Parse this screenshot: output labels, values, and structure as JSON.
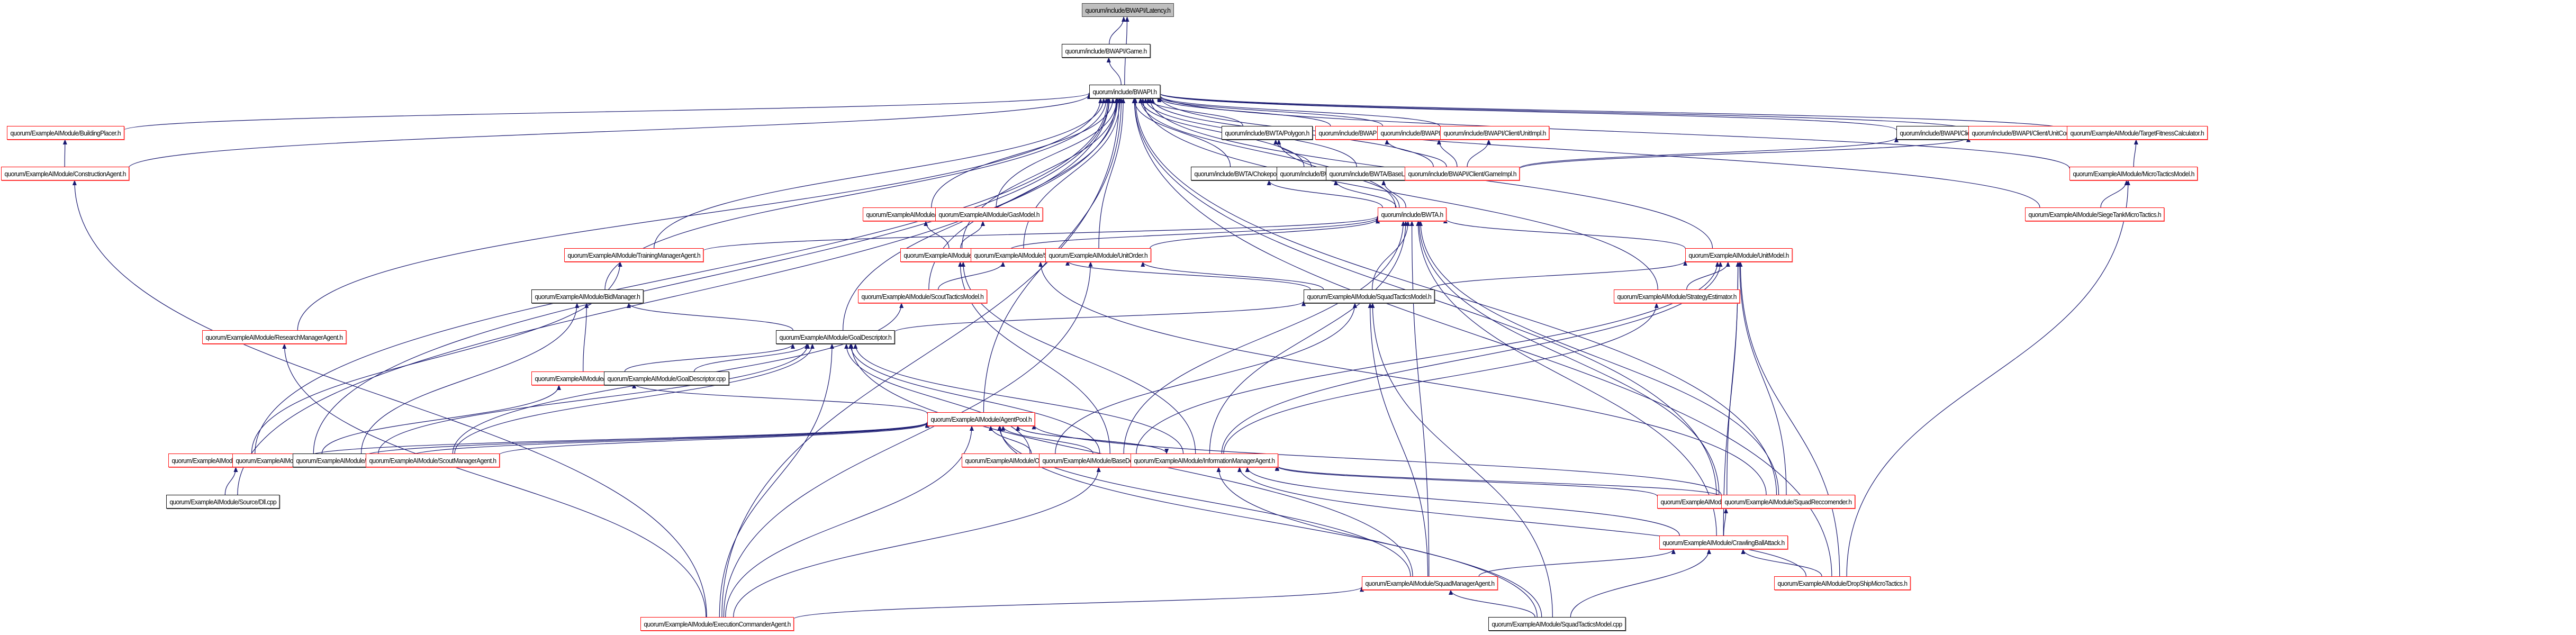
{
  "diagram": {
    "title": "quorum/include/BWAPI/Latency.h",
    "edge_color": "#191970",
    "colors": {
      "has_more": "#ff0000",
      "complete": "#000000",
      "root_fill": "#bfbfbf"
    },
    "nodes": {
      "latency": {
        "label": "quorum/include/BWAPI/Latency.h",
        "style": "root"
      },
      "game": {
        "label": "quorum/include/BWAPI/Game.h",
        "style": "black"
      },
      "bwapi": {
        "label": "quorum/include/BWAPI.h",
        "style": "black"
      },
      "buildingplacer": {
        "label": "quorum/ExampleAIModule/BuildingPlacer.h",
        "style": "red"
      },
      "construction": {
        "label": "quorum/ExampleAIModule/ConstructionAgent.h",
        "style": "red"
      },
      "polygon": {
        "label": "quorum/include/BWTA/Polygon.h",
        "style": "black"
      },
      "forceimpl": {
        "label": "quorum/include/BWAPI/Client/ForceImpl.h",
        "style": "red"
      },
      "playerimpl": {
        "label": "quorum/include/BWAPI/Client/PlayerImpl.h",
        "style": "red"
      },
      "unitimpl": {
        "label": "quorum/include/BWAPI/Client/UnitImpl.h",
        "style": "red"
      },
      "bulletimpl": {
        "label": "quorum/include/BWAPI/Client/BulletImpl.h",
        "style": "black"
      },
      "unitcommand": {
        "label": "quorum/include/BWAPI/Client/UnitCommand.h",
        "style": "red"
      },
      "targetfitness": {
        "label": "quorum/ExampleAIModule/TargetFitnessCalculator.h",
        "style": "red"
      },
      "chokepoint": {
        "label": "quorum/include/BWTA/Chokepoint.h",
        "style": "black"
      },
      "region": {
        "label": "quorum/include/BWTA/Region.h",
        "style": "black"
      },
      "baselocation": {
        "label": "quorum/include/BWTA/BaseLocation.h",
        "style": "black"
      },
      "gameimpl": {
        "label": "quorum/include/BWAPI/Client/GameImpl.h",
        "style": "red"
      },
      "microtactics": {
        "label": "quorum/ExampleAIModule/MicroTacticsModel.h",
        "style": "red"
      },
      "mineralmodel": {
        "label": "quorum/ExampleAIModule/MineralModel.h",
        "style": "red"
      },
      "gasmodel": {
        "label": "quorum/ExampleAIModule/GasModel.h",
        "style": "red"
      },
      "bwta": {
        "label": "quorum/include/BWTA.h",
        "style": "red"
      },
      "siegetank": {
        "label": "quorum/ExampleAIModule/SiegeTankMicroTactics.h",
        "style": "red"
      },
      "training": {
        "label": "quorum/ExampleAIModule/TrainingManagerAgent.h",
        "style": "red"
      },
      "basemodel": {
        "label": "quorum/ExampleAIModule/BaseModel.h",
        "style": "red"
      },
      "squad": {
        "label": "quorum/ExampleAIModule/Squad.h",
        "style": "red"
      },
      "unitorder": {
        "label": "quorum/ExampleAIModule/UnitOrder.h",
        "style": "red"
      },
      "unitmodel": {
        "label": "quorum/ExampleAIModule/UnitModel.h",
        "style": "red"
      },
      "bidmanager": {
        "label": "quorum/ExampleAIModule/BidManager.h",
        "style": "black"
      },
      "scouttactics": {
        "label": "quorum/ExampleAIModule/ScoutTacticsModel.h",
        "style": "red"
      },
      "squadtactics": {
        "label": "quorum/ExampleAIModule/SquadTacticsModel.h",
        "style": "black"
      },
      "strategy": {
        "label": "quorum/ExampleAIModule/StrategyEstimator.h",
        "style": "red"
      },
      "research": {
        "label": "quorum/ExampleAIModule/ResearchManagerAgent.h",
        "style": "red"
      },
      "goaldesc": {
        "label": "quorum/ExampleAIModule/GoalDescriptor.h",
        "style": "black"
      },
      "arbitrator": {
        "label": "quorum/ExampleAIModule/Arbitrator.h",
        "style": "red"
      },
      "goaldesccpp": {
        "label": "quorum/ExampleAIModule/GoalDescriptor.cpp",
        "style": "black"
      },
      "agentpool": {
        "label": "quorum/ExampleAIModule/AgentPool.h",
        "style": "red"
      },
      "quorummodule": {
        "label": "quorum/ExampleAIModule/Source/QuorumModule.h",
        "style": "red"
      },
      "goalgen": {
        "label": "quorum/ExampleAIModule/GoalGeneratorBase.h",
        "style": "red"
      },
      "bidmanagercpp": {
        "label": "quorum/ExampleAIModule/BidManager.cpp",
        "style": "black"
      },
      "scoutmanager": {
        "label": "quorum/ExampleAIModule/ScoutManagerAgent.h",
        "style": "red"
      },
      "offensive": {
        "label": "quorum/ExampleAIModule/OffensiveTacticsManagerAgent.h",
        "style": "red"
      },
      "basedefense": {
        "label": "quorum/ExampleAIModule/BaseDefenseManagerAgent.h",
        "style": "red"
      },
      "information": {
        "label": "quorum/ExampleAIModule/InformationManagerAgent.h",
        "style": "red"
      },
      "dllcpp": {
        "label": "quorum/ExampleAIModule/Source/Dll.cpp",
        "style": "black"
      },
      "threataware": {
        "label": "quorum/ExampleAIModule/ThreatAwarePathfinder.h",
        "style": "red"
      },
      "squadrec": {
        "label": "quorum/ExampleAIModule/SquadReccomender.h",
        "style": "red"
      },
      "crawling": {
        "label": "quorum/ExampleAIModule/CrawlingBallAttack.h",
        "style": "red"
      },
      "squadmanager": {
        "label": "quorum/ExampleAIModule/SquadManagerAgent.h",
        "style": "red"
      },
      "dropship": {
        "label": "quorum/ExampleAIModule/DropShipMicroTactics.h",
        "style": "red"
      },
      "execution": {
        "label": "quorum/ExampleAIModule/ExecutionCommanderAgent.h",
        "style": "red"
      },
      "squadtacticscpp": {
        "label": "quorum/ExampleAIModule/SquadTacticsModel.cpp",
        "style": "black"
      }
    },
    "edges": [
      [
        "game",
        "latency"
      ],
      [
        "bwapi",
        "latency"
      ],
      [
        "bwapi",
        "game"
      ],
      [
        "buildingplacer",
        "bwapi"
      ],
      [
        "construction",
        "bwapi"
      ],
      [
        "construction",
        "buildingplacer"
      ],
      [
        "polygon",
        "bwapi"
      ],
      [
        "forceimpl",
        "bwapi"
      ],
      [
        "playerimpl",
        "bwapi"
      ],
      [
        "unitimpl",
        "bwapi"
      ],
      [
        "bulletimpl",
        "bwapi"
      ],
      [
        "unitcommand",
        "bwapi"
      ],
      [
        "targetfitness",
        "bwapi"
      ],
      [
        "chokepoint",
        "bwapi"
      ],
      [
        "region",
        "bwapi"
      ],
      [
        "region",
        "polygon"
      ],
      [
        "baselocation",
        "bwapi"
      ],
      [
        "gameimpl",
        "bwapi"
      ],
      [
        "gameimpl",
        "forceimpl"
      ],
      [
        "gameimpl",
        "playerimpl"
      ],
      [
        "gameimpl",
        "unitimpl"
      ],
      [
        "gameimpl",
        "bulletimpl"
      ],
      [
        "gameimpl",
        "unitcommand"
      ],
      [
        "microtactics",
        "bwapi"
      ],
      [
        "microtactics",
        "targetfitness"
      ],
      [
        "mineralmodel",
        "bwapi"
      ],
      [
        "gasmodel",
        "bwapi"
      ],
      [
        "bwta",
        "bwapi"
      ],
      [
        "bwta",
        "polygon"
      ],
      [
        "bwta",
        "chokepoint"
      ],
      [
        "bwta",
        "region"
      ],
      [
        "bwta",
        "baselocation"
      ],
      [
        "siegetank",
        "bwapi"
      ],
      [
        "siegetank",
        "microtactics"
      ],
      [
        "training",
        "bwapi"
      ],
      [
        "training",
        "bwta"
      ],
      [
        "basemodel",
        "bwapi"
      ],
      [
        "basemodel",
        "mineralmodel"
      ],
      [
        "basemodel",
        "gasmodel"
      ],
      [
        "basemodel",
        "bwta"
      ],
      [
        "squad",
        "bwapi"
      ],
      [
        "unitorder",
        "bwapi"
      ],
      [
        "unitorder",
        "bwta"
      ],
      [
        "unitmodel",
        "bwapi"
      ],
      [
        "unitmodel",
        "bwta"
      ],
      [
        "bidmanager",
        "bwapi"
      ],
      [
        "scouttactics",
        "bwapi"
      ],
      [
        "scouttactics",
        "squad"
      ],
      [
        "squadtactics",
        "bwta"
      ],
      [
        "squadtactics",
        "squad"
      ],
      [
        "squadtactics",
        "unitorder"
      ],
      [
        "squadtactics",
        "unitmodel"
      ],
      [
        "strategy",
        "bwapi"
      ],
      [
        "strategy",
        "unitmodel"
      ],
      [
        "research",
        "bwapi"
      ],
      [
        "goaldesc",
        "bwapi"
      ],
      [
        "goaldesc",
        "bidmanager"
      ],
      [
        "goaldesc",
        "squadtactics"
      ],
      [
        "arbitrator",
        "bidmanager"
      ],
      [
        "arbitrator",
        "goaldesc"
      ],
      [
        "goaldesccpp",
        "goaldesc"
      ],
      [
        "agentpool",
        "bwapi"
      ],
      [
        "agentpool",
        "arbitrator"
      ],
      [
        "agentpool",
        "information"
      ],
      [
        "quorummodule",
        "bwapi"
      ],
      [
        "quorummodule",
        "agentpool"
      ],
      [
        "quorummodule",
        "training"
      ],
      [
        "goalgen",
        "bwapi"
      ],
      [
        "goalgen",
        "agentpool"
      ],
      [
        "goalgen",
        "arbitrator"
      ],
      [
        "bidmanagercpp",
        "bidmanager"
      ],
      [
        "bidmanagercpp",
        "agentpool"
      ],
      [
        "bidmanagercpp",
        "goaldesc"
      ],
      [
        "scoutmanager",
        "agentpool"
      ],
      [
        "scoutmanager",
        "scouttactics"
      ],
      [
        "scoutmanager",
        "goaldesc"
      ],
      [
        "offensive",
        "agentpool"
      ],
      [
        "offensive",
        "squadtactics"
      ],
      [
        "offensive",
        "goaldesc"
      ],
      [
        "basedefense",
        "agentpool"
      ],
      [
        "basedefense",
        "basemodel"
      ],
      [
        "basedefense",
        "goaldesc"
      ],
      [
        "basedefense",
        "unitmodel"
      ],
      [
        "basedefense",
        "bwta"
      ],
      [
        "information",
        "agentpool"
      ],
      [
        "information",
        "basemodel"
      ],
      [
        "information",
        "unitmodel"
      ],
      [
        "information",
        "strategy"
      ],
      [
        "information",
        "goaldesc"
      ],
      [
        "information",
        "bwta"
      ],
      [
        "dllcpp",
        "quorummodule"
      ],
      [
        "dllcpp",
        "bwapi"
      ],
      [
        "threataware",
        "information"
      ],
      [
        "threataware",
        "unitmodel"
      ],
      [
        "threataware",
        "bwta"
      ],
      [
        "threataware",
        "bwapi"
      ],
      [
        "squadrec",
        "information"
      ],
      [
        "squadrec",
        "unitmodel"
      ],
      [
        "squadrec",
        "agentpool"
      ],
      [
        "squadrec",
        "bwta"
      ],
      [
        "squadrec",
        "squad"
      ],
      [
        "squadrec",
        "bwapi"
      ],
      [
        "crawling",
        "threataware"
      ],
      [
        "crawling",
        "unitmodel"
      ],
      [
        "crawling",
        "information"
      ],
      [
        "crawling",
        "bwta"
      ],
      [
        "squadmanager",
        "agentpool"
      ],
      [
        "squadmanager",
        "crawling"
      ],
      [
        "squadmanager",
        "squadtactics"
      ],
      [
        "squadmanager",
        "goaldesc"
      ],
      [
        "squadmanager",
        "bwta"
      ],
      [
        "dropship",
        "crawling"
      ],
      [
        "dropship",
        "information"
      ],
      [
        "dropship",
        "microtactics"
      ],
      [
        "dropship",
        "unitmodel"
      ],
      [
        "dropship",
        "bwapi"
      ],
      [
        "execution",
        "squadmanager"
      ],
      [
        "execution",
        "basedefense"
      ],
      [
        "execution",
        "agentpool"
      ],
      [
        "execution",
        "construction"
      ],
      [
        "execution",
        "research"
      ],
      [
        "execution",
        "bwapi"
      ],
      [
        "execution",
        "goaldesc"
      ],
      [
        "execution",
        "unitorder"
      ],
      [
        "squadtacticscpp",
        "squadmanager"
      ],
      [
        "squadtacticscpp",
        "squadtactics"
      ],
      [
        "squadtacticscpp",
        "information"
      ],
      [
        "squadtacticscpp",
        "agentpool"
      ],
      [
        "squadtacticscpp",
        "crawling"
      ]
    ]
  }
}
